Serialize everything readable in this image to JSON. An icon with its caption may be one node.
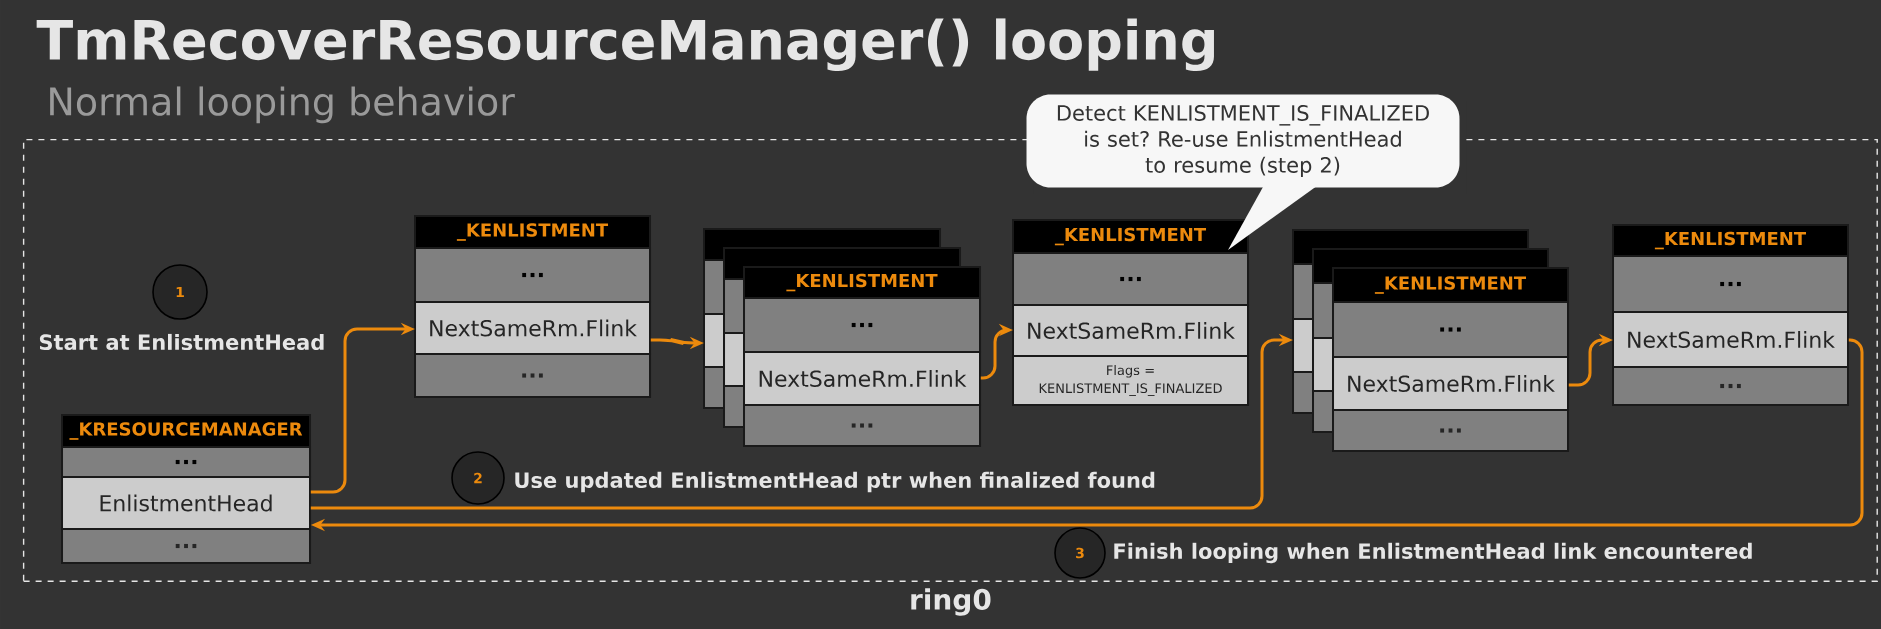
{
  "diagram": {
    "title": "TmRecoverResourceManager() looping",
    "nodes": [
      {
        "text": [
          "ring0"
        ]
      },
      {
        "text": [
          "Detect KENLISTMENT_IS_FINALIZED is set? Re-use EnlistmentHead to resume (step 2)"
        ]
      },
      {
        "text": [
          "1"
        ],
        "beside": [
          "Start at EnlistmentHead"
        ],
        "in": 0
      },
      {
        "text": [
          "_KRESOURCEMANAGER",
          "...",
          "EnlistmentHead",
          "..."
        ],
        "in": 0
      },
      {
        "text": [
          "_KENLISTMENT",
          "...",
          "NextSameRm.Flink",
          "..."
        ],
        "in": 0
      },
      {
        "text": [
          "_KENLISTMENT",
          "...",
          "NextSameRm.Flink",
          "..."
        ],
        "in": 0
      },
      {
        "text": [
          "_KENLISTMENT",
          "...",
          "NextSameRm.Flink",
          "Flags = KENLISTMENT_IS_FINALIZED"
        ],
        "in": 0
      },
      {
        "text": [
          "_KENLISTMENT",
          "...",
          "NextSameRm.Flink",
          "..."
        ],
        "in": 0
      },
      {
        "text": [
          "_KENLISTMENT",
          "...",
          "NextSameRm.Flink",
          "..."
        ],
        "in": 0
      },
      {
        "text": [
          "2"
        ],
        "beside": [
          "Use updated EnlistmentHead ptr when finalized found"
        ],
        "in": 0
      },
      {
        "text": [
          "3"
        ],
        "beside": [
          "Finish looping when EnlistmentHead link encountered"
        ],
        "in": 0
      }
    ],
    "edges": [
      {
        "from": 3,
        "to": 4,
        "arrow": "to"
      },
      {
        "from": 4,
        "to": 5,
        "arrow": "to"
      },
      {
        "from": 5,
        "to": 6,
        "arrow": "to"
      },
      {
        "from": 3,
        "to": 7,
        "arrow": "to"
      },
      {
        "from": 7,
        "to": 8,
        "arrow": "to"
      },
      {
        "from": 8,
        "to": 3,
        "arrow": "to"
      }
    ],
    "labels": [
      "Normal looping behavior"
    ]
  }
}
